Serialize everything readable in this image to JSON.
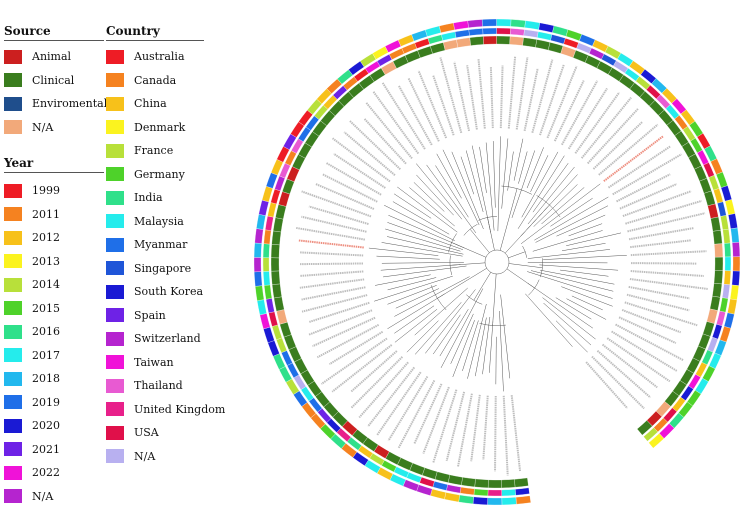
{
  "legends": {
    "source": {
      "title": "Source",
      "items": [
        {
          "label": "Animal",
          "color": "#cc1f1f"
        },
        {
          "label": "Clinical",
          "color": "#3a7d1e"
        },
        {
          "label": "Enviromental",
          "color": "#1f4e8c"
        },
        {
          "label": "N/A",
          "color": "#f2a97a"
        }
      ]
    },
    "year": {
      "title": "Year",
      "items": [
        {
          "label": "1999",
          "color": "#ee1c25"
        },
        {
          "label": "2011",
          "color": "#f58220"
        },
        {
          "label": "2012",
          "color": "#f7c11a"
        },
        {
          "label": "2013",
          "color": "#fbf31f"
        },
        {
          "label": "2014",
          "color": "#b8e03a"
        },
        {
          "label": "2015",
          "color": "#4ed22a"
        },
        {
          "label": "2016",
          "color": "#2fe08a"
        },
        {
          "label": "2017",
          "color": "#25ecec"
        },
        {
          "label": "2018",
          "color": "#22b8ee"
        },
        {
          "label": "2019",
          "color": "#1f6fe8"
        },
        {
          "label": "2020",
          "color": "#1a1ad4"
        },
        {
          "label": "2021",
          "color": "#6e22e6"
        },
        {
          "label": "2022",
          "color": "#f012d8"
        },
        {
          "label": "N/A",
          "color": "#b524cf"
        }
      ]
    },
    "country": {
      "title": "Country",
      "items": [
        {
          "label": "Australia",
          "color": "#ee1c25"
        },
        {
          "label": "Canada",
          "color": "#f58220"
        },
        {
          "label": "China",
          "color": "#f7c11a"
        },
        {
          "label": "Denmark",
          "color": "#fbf31f"
        },
        {
          "label": "France",
          "color": "#b8e03a"
        },
        {
          "label": "Germany",
          "color": "#4ed22a"
        },
        {
          "label": "India",
          "color": "#2fe08a"
        },
        {
          "label": "Malaysia",
          "color": "#25ecec"
        },
        {
          "label": "Myanmar",
          "color": "#1f6fe8"
        },
        {
          "label": "Singapore",
          "color": "#1f55d8"
        },
        {
          "label": "South Korea",
          "color": "#1a1ad4"
        },
        {
          "label": "Spain",
          "color": "#6e22e6"
        },
        {
          "label": "Switzerland",
          "color": "#b524cf"
        },
        {
          "label": "Taiwan",
          "color": "#f012d8"
        },
        {
          "label": "Thailand",
          "color": "#e85ad2"
        },
        {
          "label": "United Kingdom",
          "color": "#e8208a"
        },
        {
          "label": "USA",
          "color": "#e0104a"
        },
        {
          "label": "N/A",
          "color": "#b8b0f0"
        }
      ]
    }
  }
}
